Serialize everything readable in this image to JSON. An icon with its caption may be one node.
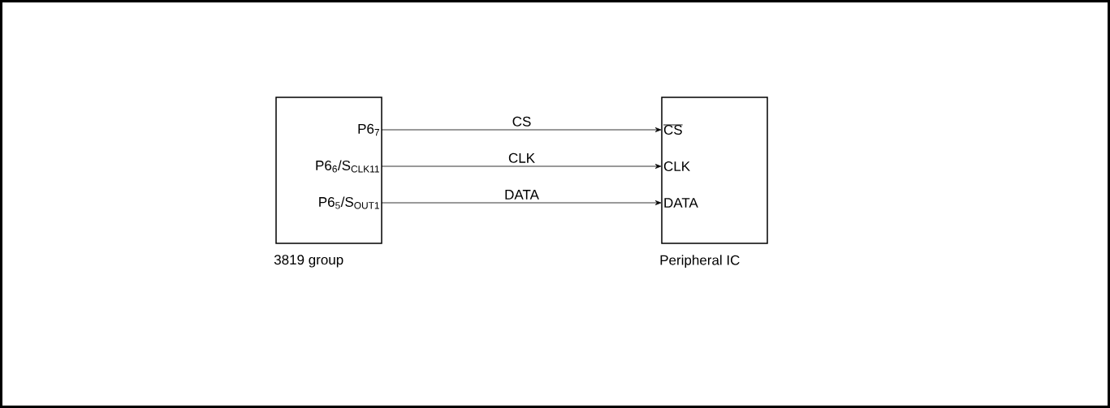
{
  "diagram": {
    "nodes": [
      {
        "text": [
          "3819 group"
        ]
      },
      {
        "text": [
          "P6$_{7}$"
        ],
        "in": 0
      },
      {
        "text": [
          "P6$_{6}$/S$_{CLK11}$"
        ],
        "in": 0
      },
      {
        "text": [
          "P6$_{5}$/S$_{OUT1}$"
        ],
        "in": 0
      },
      {
        "text": [
          "Peripheral IC"
        ]
      },
      {
        "text": [
          "CS"
        ],
        "in": 4
      },
      {
        "text": [
          "CLK"
        ],
        "in": 4
      },
      {
        "text": [
          "DATA"
        ],
        "in": 4
      }
    ],
    "edges": [
      {
        "from": 1,
        "to": 5,
        "arrow": "to",
        "label": "CS"
      },
      {
        "from": 2,
        "to": 6,
        "arrow": "to",
        "label": "CLK"
      },
      {
        "from": 3,
        "to": 7,
        "arrow": "to",
        "label": "DATA"
      }
    ]
  }
}
